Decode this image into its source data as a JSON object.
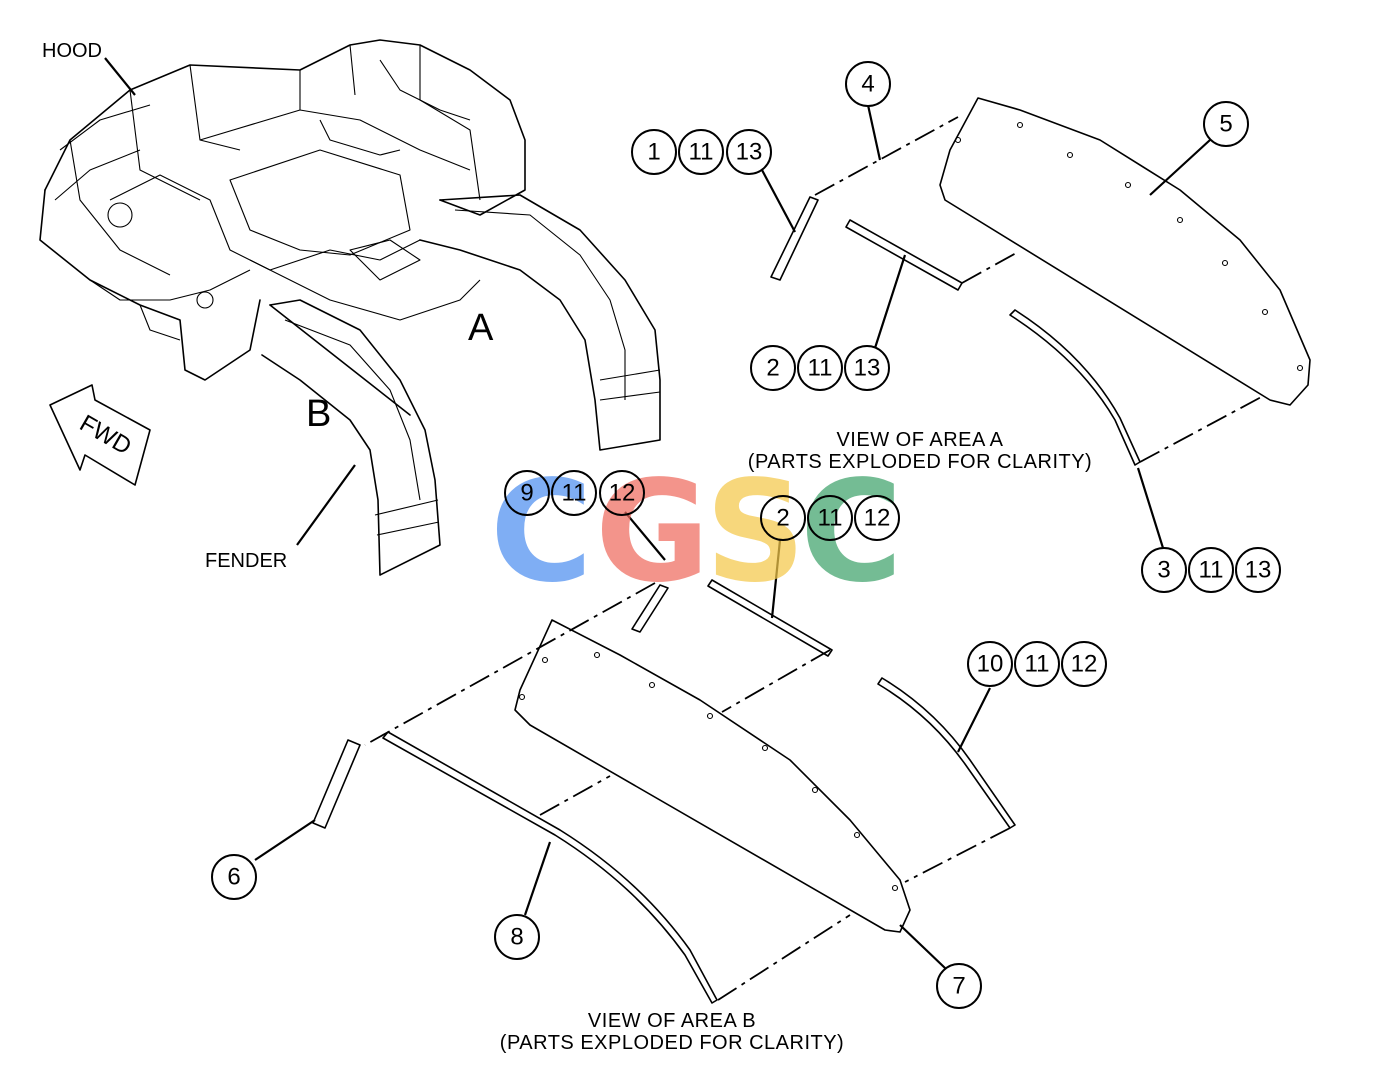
{
  "labels": {
    "hood": "HOOD",
    "fender": "FENDER",
    "fwd": "FWD",
    "area_a": "A",
    "area_b": "B"
  },
  "captions": {
    "view_a_line1": "VIEW OF AREA A",
    "view_a_line2": "(PARTS EXPLODED FOR CLARITY)",
    "view_b_line1": "VIEW OF AREA B",
    "view_b_line2": "(PARTS EXPLODED FOR CLARITY)"
  },
  "callouts": {
    "group_1_11_13": [
      "1",
      "11",
      "13"
    ],
    "single_4": "4",
    "single_5": "5",
    "group_2_11_13": [
      "2",
      "11",
      "13"
    ],
    "group_3_11_13": [
      "3",
      "11",
      "13"
    ],
    "group_9_11_12": [
      "9",
      "11",
      "12"
    ],
    "group_2_11_12": [
      "2",
      "11",
      "12"
    ],
    "group_10_11_12": [
      "10",
      "11",
      "12"
    ],
    "single_6": "6",
    "single_7": "7",
    "single_8": "8"
  },
  "watermark": {
    "letters": [
      "C",
      "G",
      "S",
      "C"
    ],
    "colors": [
      "#4f8ff0",
      "#ef6c5f",
      "#f4c84a",
      "#3fa36b"
    ]
  }
}
